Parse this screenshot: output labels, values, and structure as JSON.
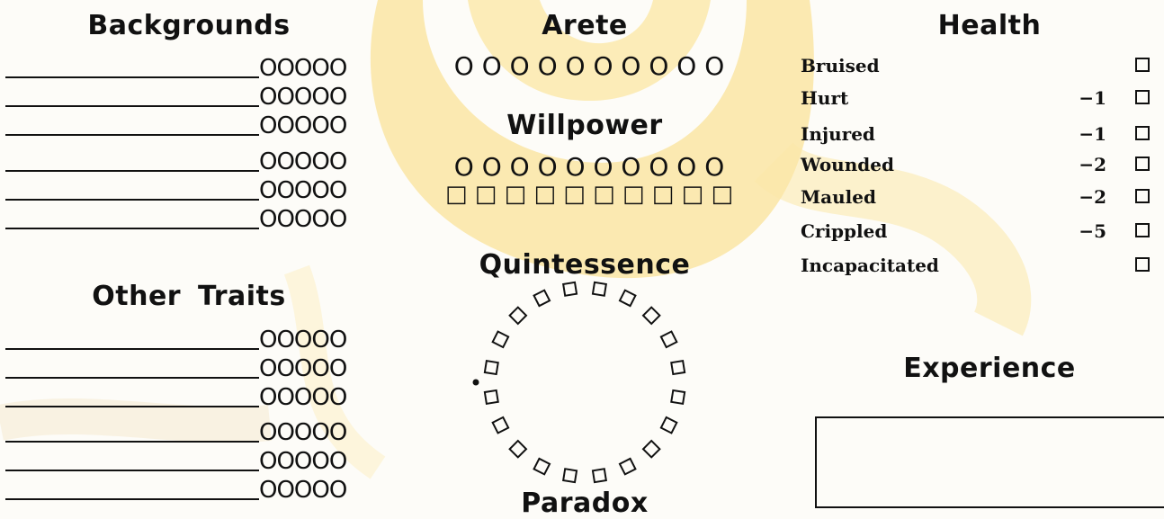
{
  "sections": {
    "backgrounds": "Backgrounds",
    "arete": "Arete",
    "health": "Health",
    "willpower": "Willpower",
    "other_traits": "Other Traits",
    "quintessence": "Quintessence",
    "paradox": "Paradox",
    "experience": "Experience"
  },
  "dots": "OOOOO",
  "arete_circles": "O O O O O O O O O O",
  "willpower_circles": "O O O O O O O O O O",
  "willpower_boxes": "□ □ □ □ □ □ □ □ □ □",
  "health_levels": [
    {
      "label": "Bruised",
      "penalty": ""
    },
    {
      "label": "Hurt",
      "penalty": "−1"
    },
    {
      "label": "Injured",
      "penalty": "−1"
    },
    {
      "label": "Wounded",
      "penalty": "−2"
    },
    {
      "label": "Mauled",
      "penalty": "−2"
    },
    {
      "label": "Crippled",
      "penalty": "−5"
    },
    {
      "label": "Incapacitated",
      "penalty": ""
    }
  ],
  "colors": {
    "accent": "#fbe7a8",
    "ink": "#111111"
  }
}
